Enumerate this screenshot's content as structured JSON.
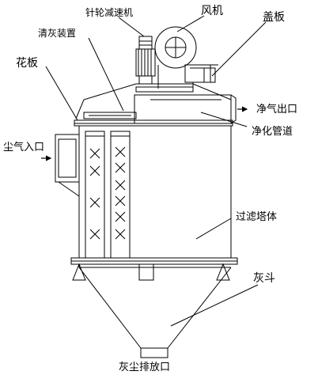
{
  "labels": {
    "reducer": "针轮减速机",
    "fan": "风机",
    "cover": "盖板",
    "cleaning_device": "清灰装置",
    "flower_plate": "花板",
    "clean_gas_outlet": "净气出口",
    "clean_duct": "净化管道",
    "dust_gas_inlet": "尘气入口",
    "filter_tower": "过滤塔体",
    "ash_hopper": "灰斗",
    "ash_outlet": "灰尘排放口"
  },
  "arrow_glyph": "⇨"
}
